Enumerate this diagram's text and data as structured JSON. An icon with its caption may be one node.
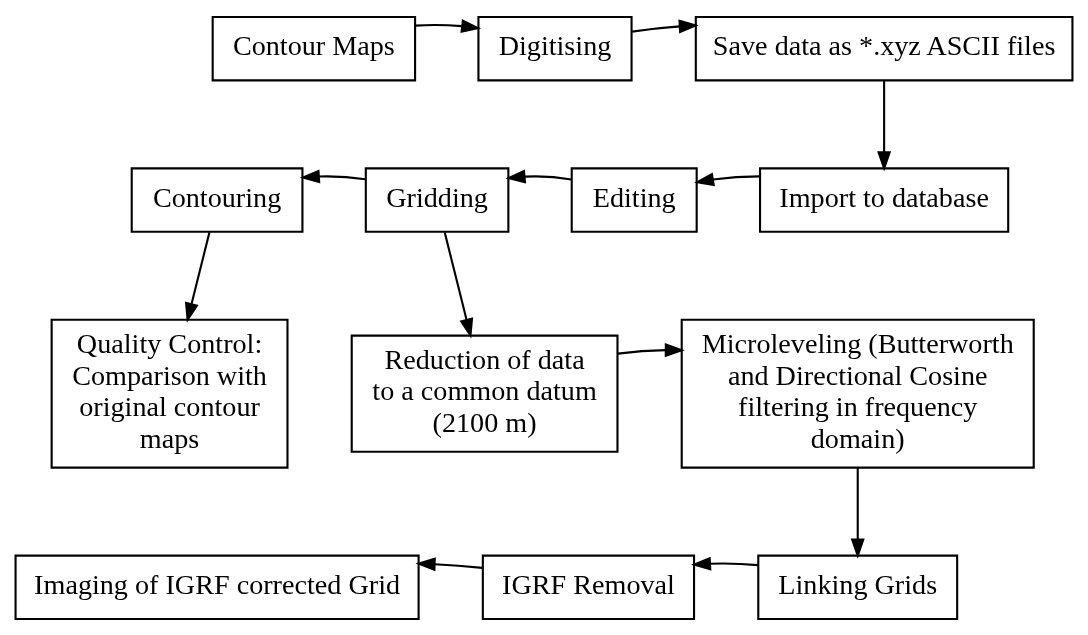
{
  "diagram": {
    "nodes": [
      {
        "text": [
          "Contour Maps"
        ]
      },
      {
        "text": [
          "Digitising"
        ]
      },
      {
        "text": [
          "Save data as *.xyz ASCII files"
        ]
      },
      {
        "text": [
          "Import to database"
        ]
      },
      {
        "text": [
          "Editing"
        ]
      },
      {
        "text": [
          "Gridding"
        ]
      },
      {
        "text": [
          "Contouring"
        ]
      },
      {
        "text": [
          "Quality Control: Comparison with original contour maps"
        ]
      },
      {
        "text": [
          "Reduction of data to a common datum (2100 m)"
        ]
      },
      {
        "text": [
          "Microleveling (Butterworth and Directional Cosine filtering in frequency domain)"
        ]
      },
      {
        "text": [
          "Linking Grids"
        ]
      },
      {
        "text": [
          "IGRF Removal"
        ]
      },
      {
        "text": [
          "Imaging of IGRF corrected Grid"
        ]
      }
    ],
    "edges": [
      {
        "from": 0,
        "to": 1,
        "arrow": "to"
      },
      {
        "from": 1,
        "to": 2,
        "arrow": "to"
      },
      {
        "from": 2,
        "to": 3,
        "arrow": "to"
      },
      {
        "from": 3,
        "to": 4,
        "arrow": "to"
      },
      {
        "from": 4,
        "to": 5,
        "arrow": "to"
      },
      {
        "from": 5,
        "to": 6,
        "arrow": "to"
      },
      {
        "from": 6,
        "to": 7,
        "arrow": "to"
      },
      {
        "from": 5,
        "to": 8,
        "arrow": "to"
      },
      {
        "from": 8,
        "to": 9,
        "arrow": "to"
      },
      {
        "from": 9,
        "to": 10,
        "arrow": "to"
      },
      {
        "from": 10,
        "to": 11,
        "arrow": "to"
      },
      {
        "from": 11,
        "to": 12,
        "arrow": "to"
      }
    ]
  }
}
